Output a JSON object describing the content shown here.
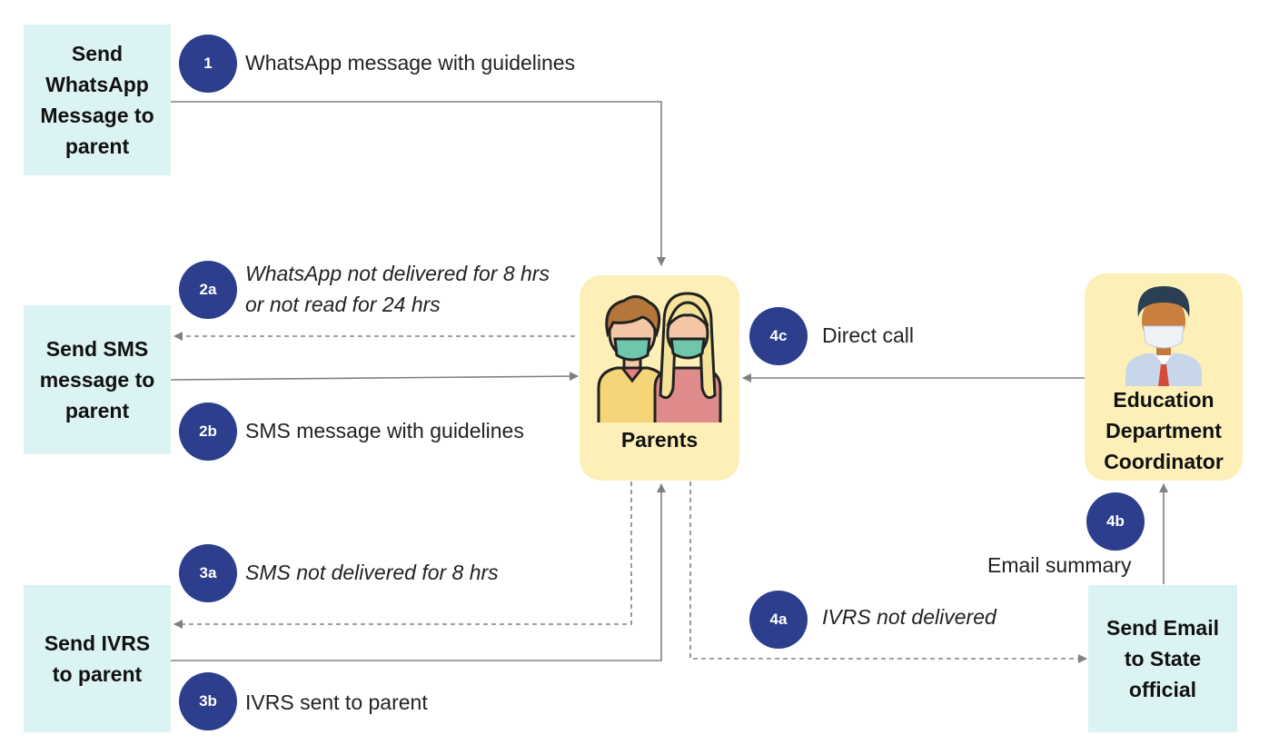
{
  "boxes": {
    "whatsapp": [
      "Send",
      "WhatsApp",
      "Message to",
      "parent"
    ],
    "sms": [
      "Send SMS",
      "message to",
      "parent"
    ],
    "ivrs": [
      "Send IVRS",
      "to parent"
    ],
    "email": [
      "Send Email",
      "to State",
      "official"
    ]
  },
  "nodes": {
    "parents": "Parents",
    "coordinator": [
      "Education",
      "Department",
      "Coordinator"
    ]
  },
  "badges": {
    "b1": "1",
    "b2a": "2a",
    "b2b": "2b",
    "b3a": "3a",
    "b3b": "3b",
    "b4a": "4a",
    "b4b": "4b",
    "b4c": "4c"
  },
  "labels": {
    "l1": "WhatsApp message with guidelines",
    "l2a": [
      "WhatsApp not delivered for 8 hrs",
      "or not read for 24 hrs"
    ],
    "l2b": "SMS message with guidelines",
    "l3a": "SMS not delivered for 8 hrs",
    "l3b": "IVRS sent to parent",
    "l4a": "IVRS not delivered",
    "l4b": "Email summary",
    "l4c": "Direct call"
  },
  "colors": {
    "box_bg": "#dcf3f3",
    "node_bg": "#fcefb8",
    "badge_bg": "#2c3e8c",
    "connector": "#808080"
  }
}
